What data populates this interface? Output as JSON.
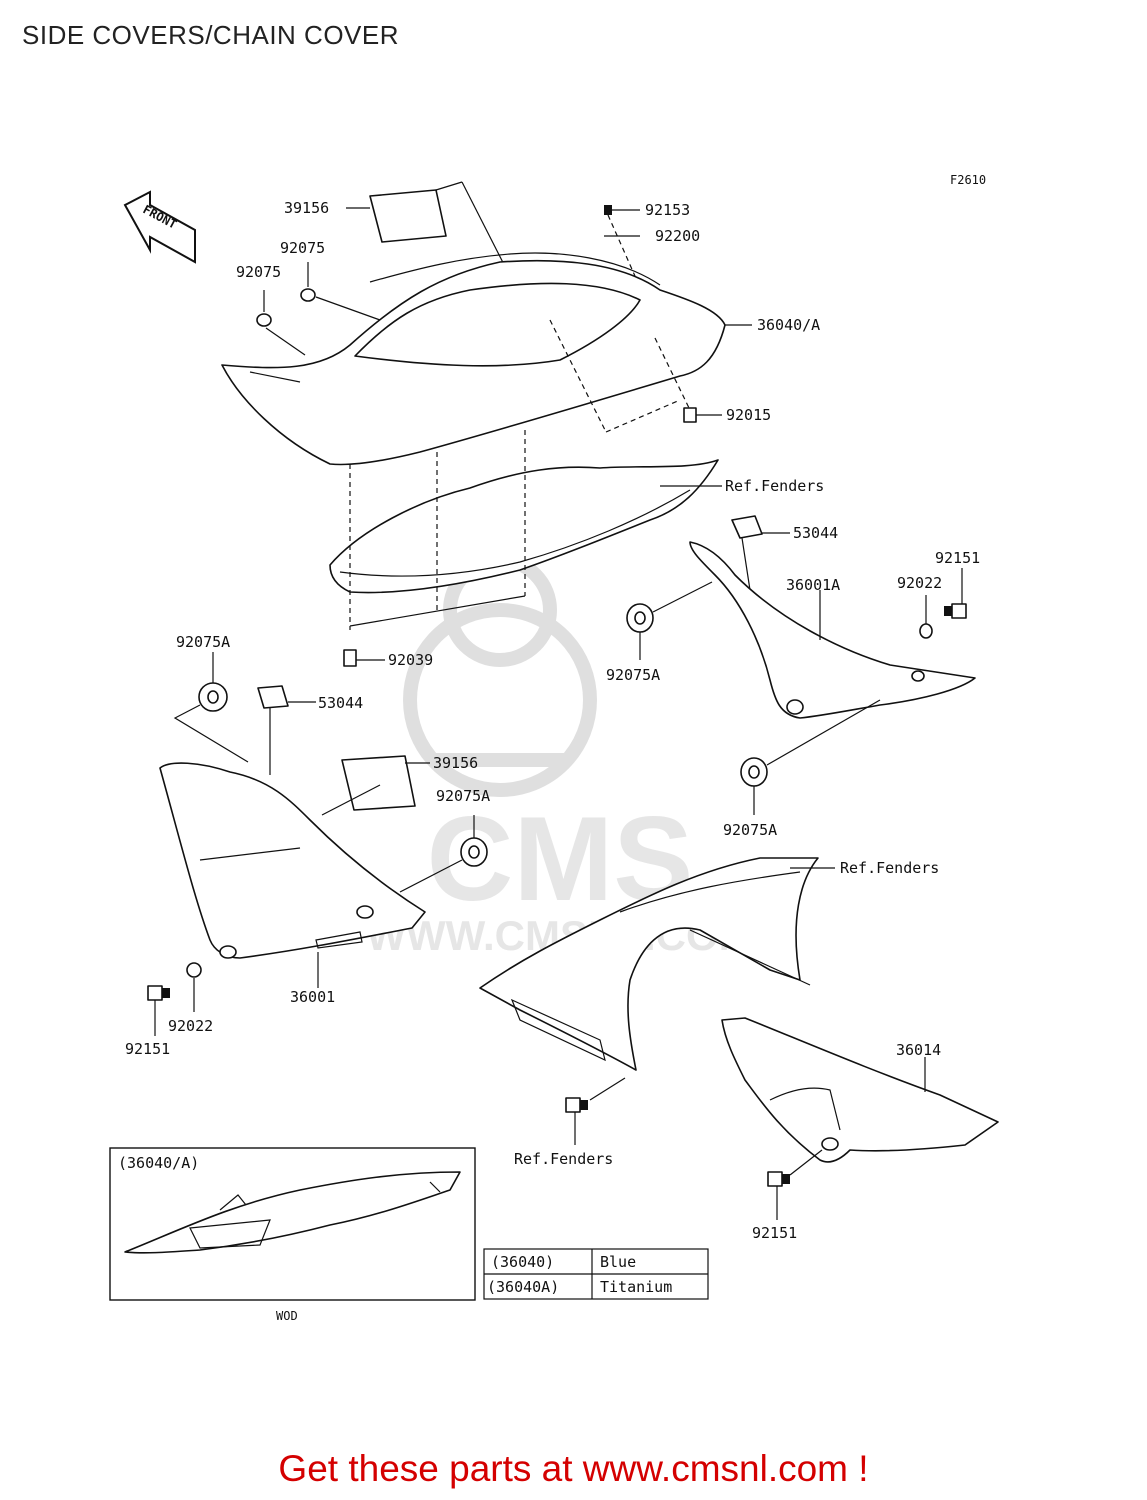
{
  "header": {
    "title": "SIDE COVERS/CHAIN COVER",
    "figure_code": "F2610"
  },
  "icons": {
    "front_arrow": "front-arrow-icon",
    "front_text": "FRONT"
  },
  "watermark": {
    "brand": "CMS",
    "url": "WWW.CMSNL.COM"
  },
  "callouts": {
    "c39156_top": "39156",
    "c92153": "92153",
    "c92200": "92200",
    "c92075_a": "92075",
    "c92075_b": "92075",
    "c36040A": "36040/A",
    "c92015": "92015",
    "ref_fenders_1": "Ref.Fenders",
    "c53044_right": "53044",
    "c92151_right": "92151",
    "c92022_right": "92022",
    "c36001A": "36001A",
    "c92075A_mid_right": "92075A",
    "c92039": "92039",
    "c92075A_left": "92075A",
    "c53044_left": "53044",
    "c39156_mid": "39156",
    "c92075A_mid": "92075A",
    "c92075A_lower_right": "92075A",
    "ref_fenders_2": "Ref.Fenders",
    "c36001": "36001",
    "c92022_left": "92022",
    "c92151_left": "92151",
    "c36014": "36014",
    "ref_fenders_3": "Ref.Fenders",
    "c92151_bottom": "92151"
  },
  "inset": {
    "label": "(36040/A)",
    "caption": "WOD"
  },
  "color_table": {
    "rows": [
      {
        "part": "(36040)",
        "color": "Blue"
      },
      {
        "part": "(36040A)",
        "color": "Titanium"
      }
    ]
  },
  "footer": {
    "text": "Get these parts at www.cmsnl.com !"
  }
}
